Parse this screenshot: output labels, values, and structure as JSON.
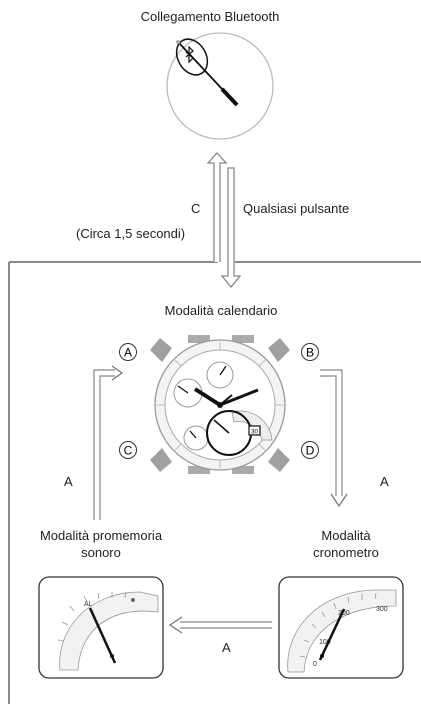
{
  "labels": {
    "bluetooth_title": "Collegamento Bluetooth",
    "c_button": "C",
    "any_button": "Qualsiasi pulsante",
    "approx_time": "(Circa 1,5 secondi)",
    "calendar_mode": "Modalità calendario",
    "btn_a": "A",
    "btn_b": "B",
    "btn_c": "C",
    "btn_d": "D",
    "arrow_left_a": "A",
    "arrow_right_a": "A",
    "arrow_bottom_a": "A",
    "alarm_mode_line1": "Modalità promemoria",
    "alarm_mode_line2": "sonoro",
    "stopwatch_mode_line1": "Modalità",
    "stopwatch_mode_line2": "cronometro",
    "dial_al": "AL",
    "dial_100": "100",
    "dial_200": "200",
    "dial_300": "300",
    "dial_0": "0",
    "date_window": "30"
  },
  "colors": {
    "line_gray": "#8a8a8a",
    "arrow_fill": "#ffffff",
    "button_gray": "#9a9a9a",
    "hand_black": "#111111"
  },
  "icons": {
    "bluetooth": "bluetooth-icon"
  }
}
